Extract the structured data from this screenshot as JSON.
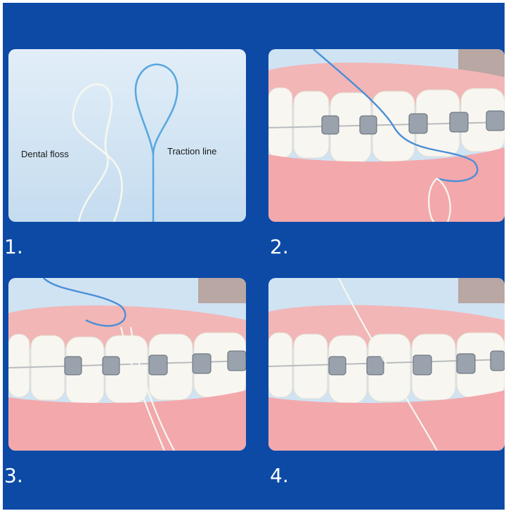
{
  "panel1": {
    "labels": {
      "dental_floss": "Dental floss",
      "traction_line": "Traction line"
    }
  },
  "steps": [
    {
      "number": "1."
    },
    {
      "number": "2."
    },
    {
      "number": "3."
    },
    {
      "number": "4."
    }
  ],
  "colors": {
    "background": "#0c4aa6",
    "panel1_bg": "#d6e8f6",
    "traction_line": "#5aa8e0",
    "floss": "#f4f6ee",
    "gum": "#f3a8ac",
    "tooth": "#f8f6f0",
    "bracket": "#9aa3ad"
  }
}
